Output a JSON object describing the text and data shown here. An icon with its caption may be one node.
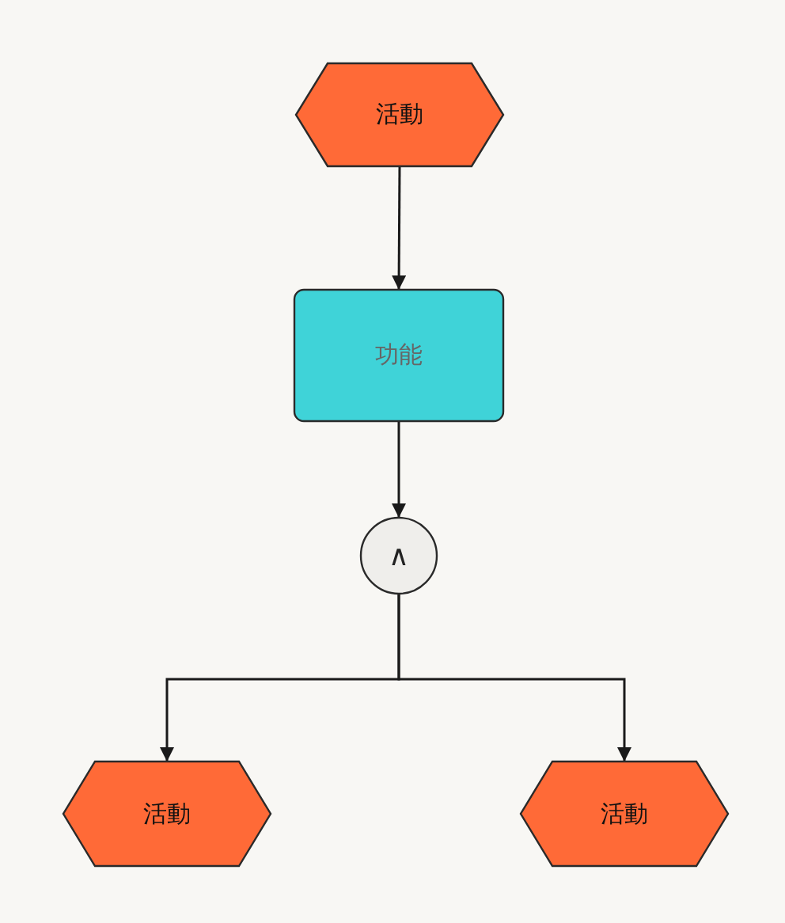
{
  "diagram": {
    "nodes": [
      {
        "text": [
          "活動"
        ]
      },
      {
        "text": [
          "功能"
        ]
      },
      {
        "text": [
          "∧"
        ]
      },
      {
        "text": [
          "活動"
        ]
      },
      {
        "text": [
          "活動"
        ]
      }
    ],
    "edges": [
      {
        "from": 0,
        "to": 1,
        "arrow": "to"
      },
      {
        "from": 1,
        "to": 2,
        "arrow": "to"
      },
      {
        "from": 2,
        "to": 3,
        "arrow": "to"
      },
      {
        "from": 2,
        "to": 4,
        "arrow": "to"
      }
    ]
  }
}
